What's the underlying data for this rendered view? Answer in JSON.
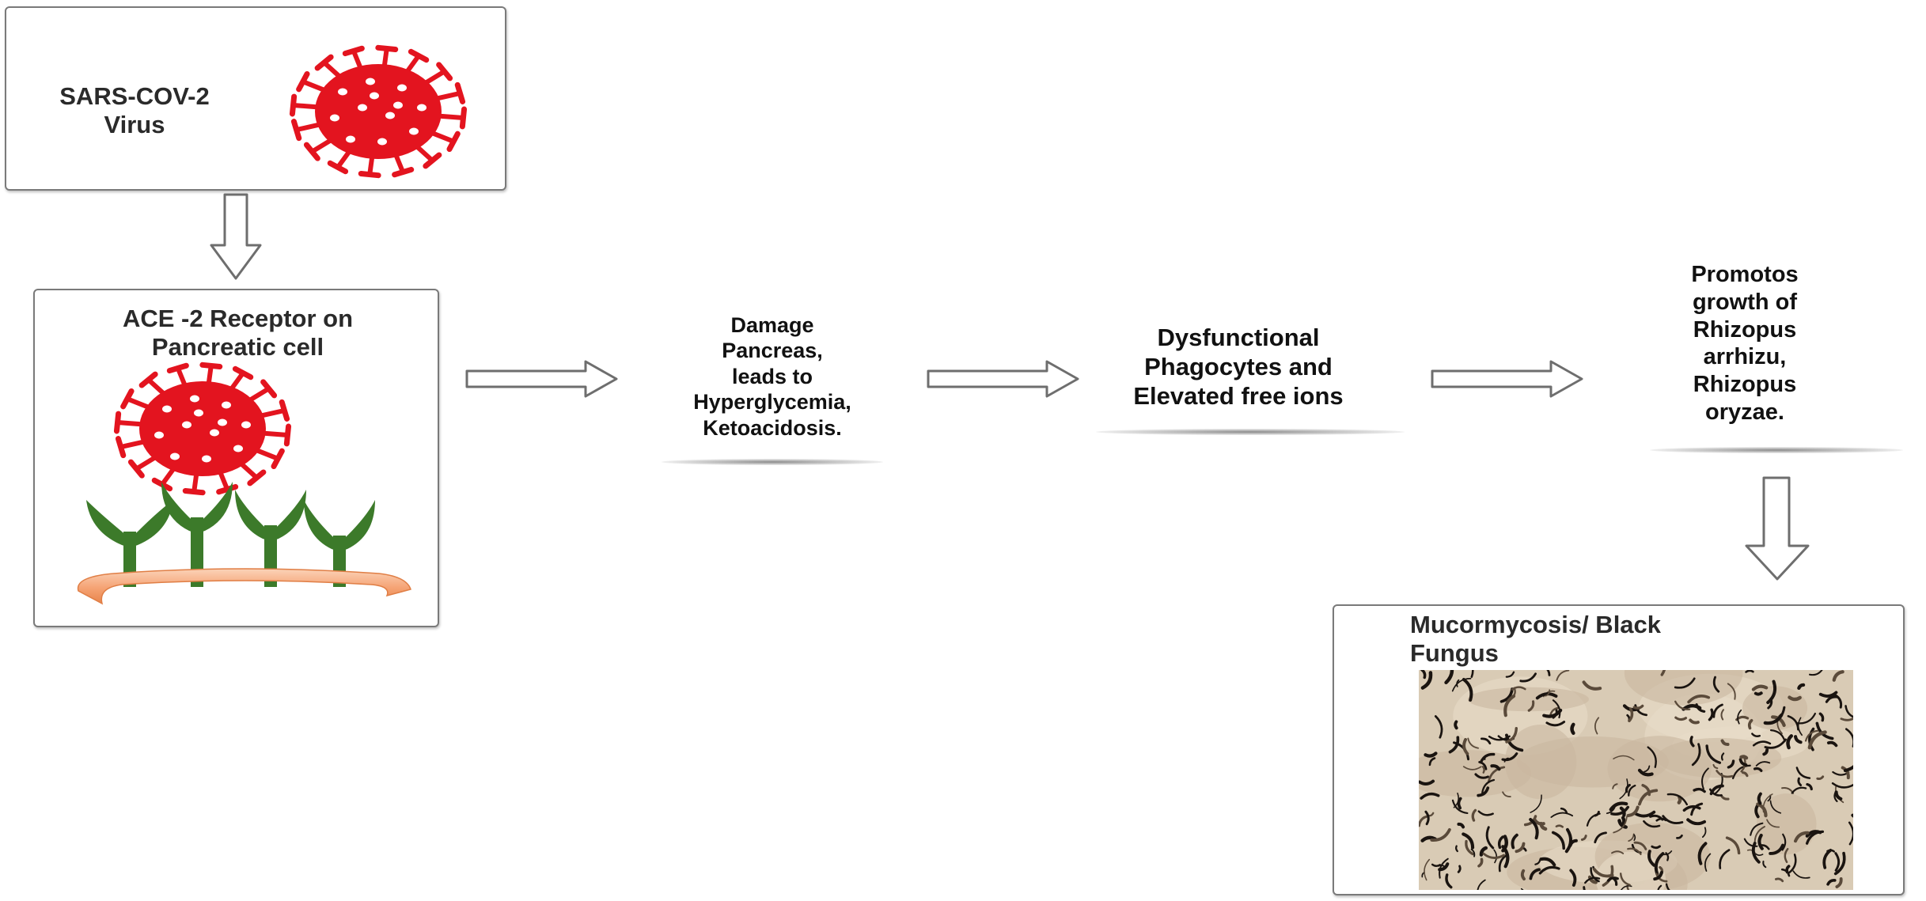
{
  "colors": {
    "virus": "#e3141f",
    "receptor": "#3c7a2a",
    "membrane": "#f5a374",
    "box_border": "#7a7a7a",
    "fungus_bg": "#d9cbb5"
  },
  "boxes": {
    "virus": {
      "line1": "SARS-COV-2",
      "line2": "Virus"
    },
    "ace2": {
      "line1": "ACE -2 Receptor on",
      "line2": "Pancreatic cell"
    },
    "mucor": {
      "line1": "Mucormycosis/ Black",
      "line2": "Fungus"
    }
  },
  "steps": {
    "damage": "Damage\nPancreas,\nleads to\nHyperglycemia,\nKetoacidosis.",
    "dysfunctional": "Dysfunctional\nPhagocytes and\nElevated free ions",
    "promotes": "Promotos\ngrowth of\nRhizopus\narrhizu,\nRhizopus\noryzae."
  },
  "icons": {
    "virus_top": "coronavirus-icon",
    "virus_ace": "coronavirus-icon",
    "receptors": "ace2-receptor-icon",
    "membrane": "cell-membrane-icon",
    "micrograph": "fungal-micrograph-image"
  }
}
